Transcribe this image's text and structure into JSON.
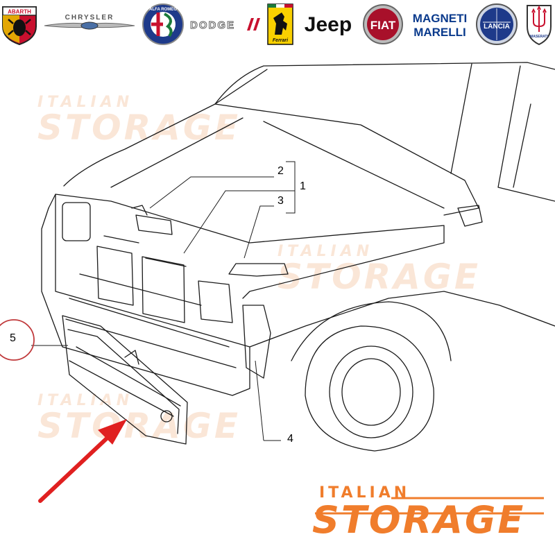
{
  "brands": [
    {
      "name": "abarth-logo",
      "text": "ABARTH"
    },
    {
      "name": "chrysler-logo",
      "text": "CHRYSLER"
    },
    {
      "name": "alfa-romeo-logo",
      "text": "ALFA ROMEO"
    },
    {
      "name": "dodge-logo",
      "text": "DODGE"
    },
    {
      "name": "ferrari-logo",
      "text": "Ferrari"
    },
    {
      "name": "jeep-logo",
      "text": "Jeep"
    },
    {
      "name": "fiat-logo",
      "text": "FIAT"
    },
    {
      "name": "magneti-marelli-logo",
      "text": "MAGNETI MARELLI"
    },
    {
      "name": "lancia-logo",
      "text": "LANCIA"
    },
    {
      "name": "maserati-logo",
      "text": "MASERATI"
    }
  ],
  "watermark": {
    "top": "ITALIAN",
    "bottom": "STORAGE"
  },
  "brand_mark": {
    "top": "ITALIAN",
    "bottom": "STORAGE",
    "color": "#f07d2c"
  },
  "callouts": {
    "c1": "1",
    "c2": "2",
    "c3": "3",
    "c4": "4",
    "c5": "5"
  },
  "colors": {
    "arrow": "#e02020",
    "circle": "#c0393b",
    "lines": "#1a1a1a"
  }
}
